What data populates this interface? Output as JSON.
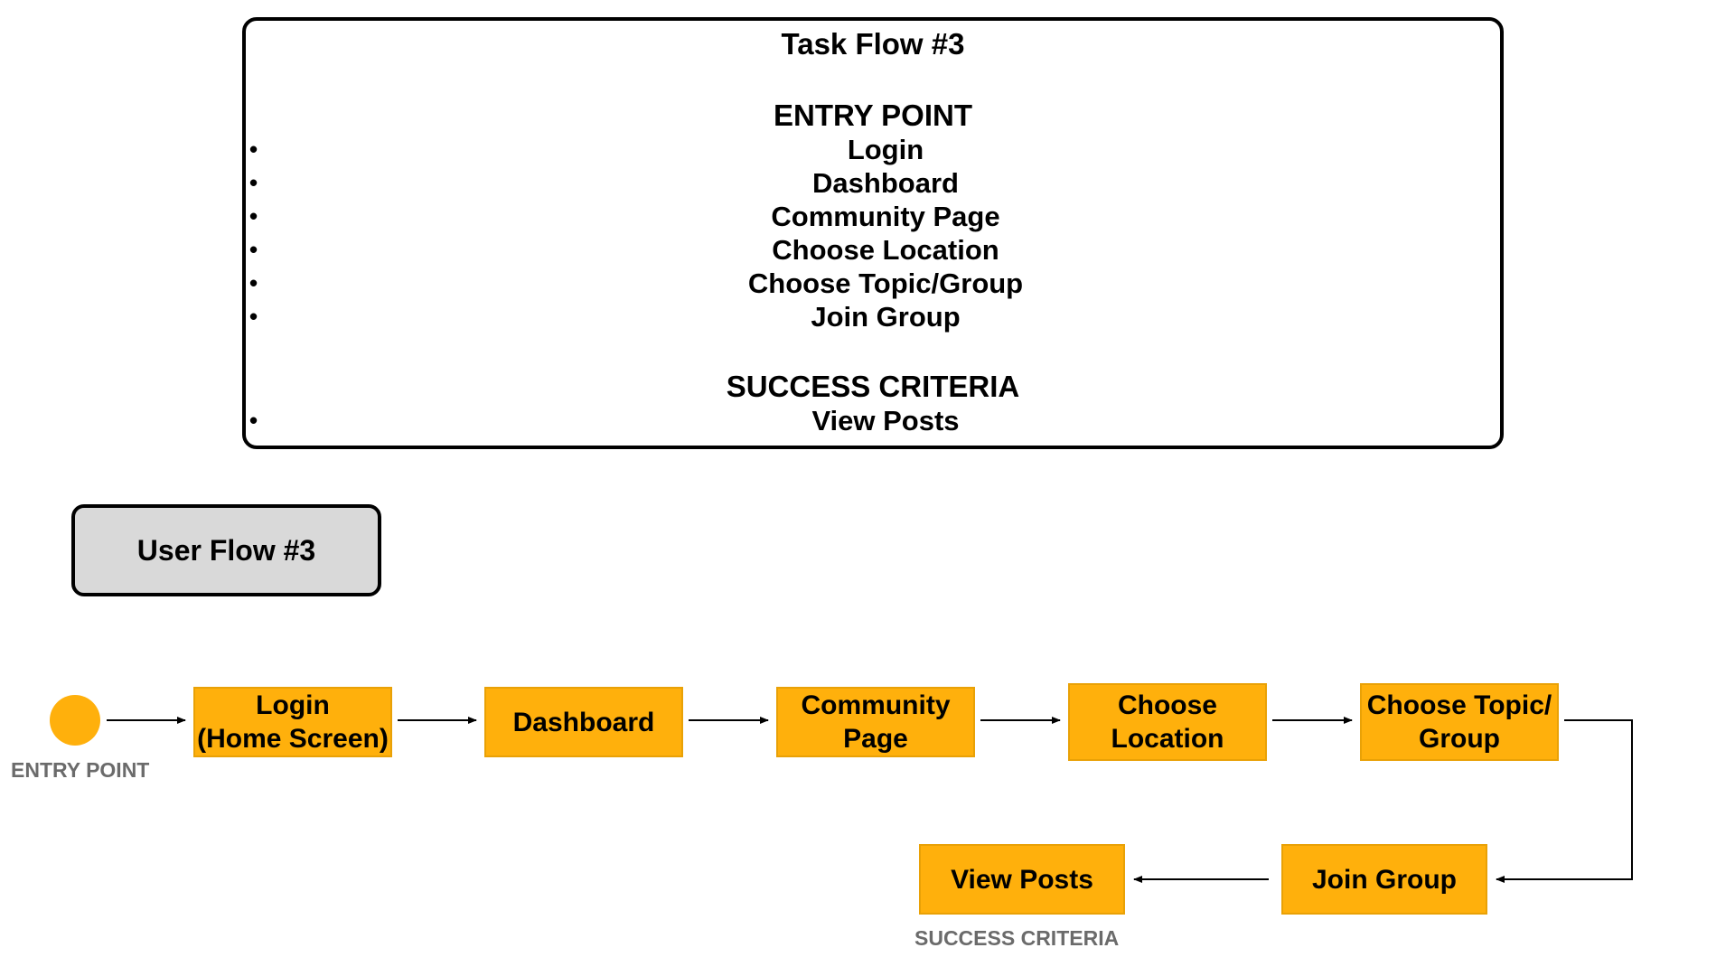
{
  "task_flow": {
    "title": "Task Flow #3",
    "entry_heading": "ENTRY POINT",
    "entry_items": [
      "Login",
      "Dashboard",
      "Community Page",
      "Choose Location",
      "Choose Topic/Group",
      "Join Group"
    ],
    "success_heading": "SUCCESS CRITERIA",
    "success_items": [
      "View Posts"
    ],
    "bullet": "•"
  },
  "user_flow": {
    "label": "User Flow #3",
    "entry_caption": "ENTRY POINT",
    "success_caption": "SUCCESS CRITERIA",
    "nodes": [
      {
        "id": "login",
        "label": "Login\n(Home Screen)"
      },
      {
        "id": "dashboard",
        "label": "Dashboard"
      },
      {
        "id": "community-page",
        "label": "Community\nPage"
      },
      {
        "id": "choose-location",
        "label": "Choose\nLocation"
      },
      {
        "id": "choose-topic-group",
        "label": "Choose Topic/\nGroup"
      },
      {
        "id": "join-group",
        "label": "Join Group"
      },
      {
        "id": "view-posts",
        "label": "View Posts"
      }
    ],
    "edges": [
      [
        "entry",
        "login"
      ],
      [
        "login",
        "dashboard"
      ],
      [
        "dashboard",
        "community-page"
      ],
      [
        "community-page",
        "choose-location"
      ],
      [
        "choose-location",
        "choose-topic-group"
      ],
      [
        "choose-topic-group",
        "join-group"
      ],
      [
        "join-group",
        "view-posts"
      ]
    ]
  },
  "colors": {
    "node_fill": "#ffb00c",
    "caption_text": "#6b6b6b",
    "label_box_fill": "#d9d9d9"
  }
}
